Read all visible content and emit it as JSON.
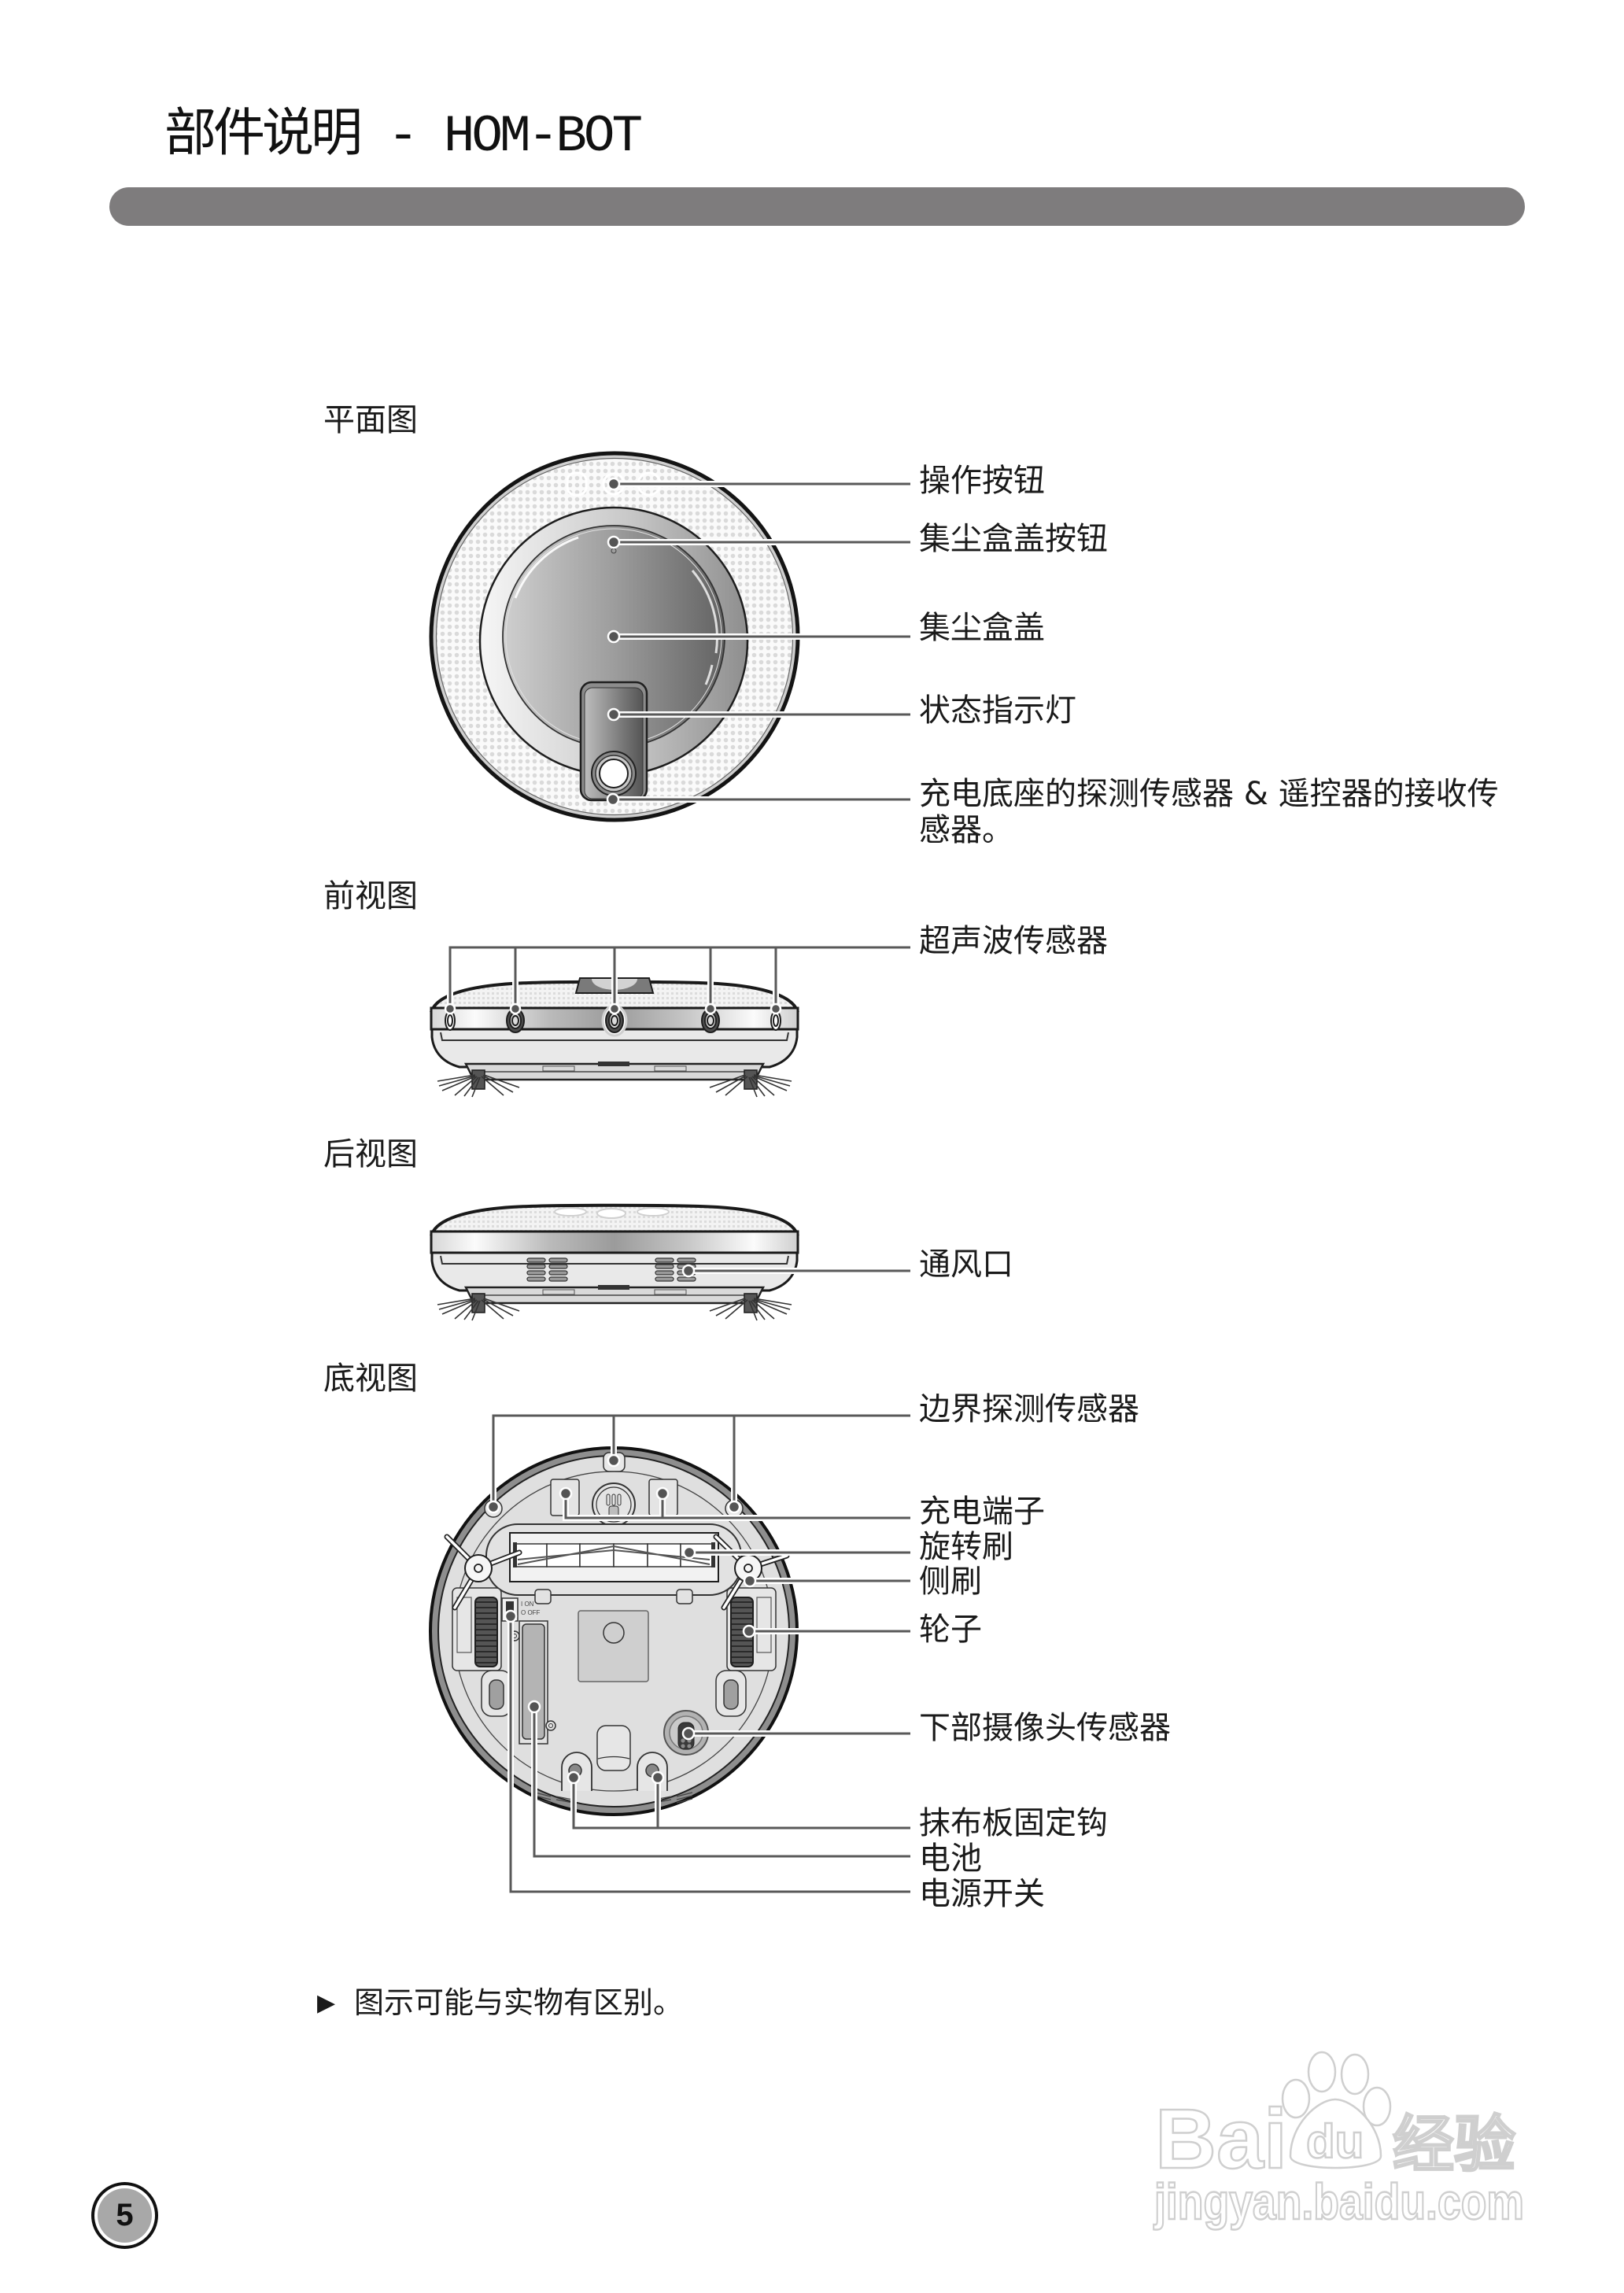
{
  "header": {
    "title": "部件说明 - HOM-BOT"
  },
  "sections": {
    "top_view": {
      "label": "平面图",
      "callouts": [
        {
          "label": "操作按钮"
        },
        {
          "label": "集尘盒盖按钮"
        },
        {
          "label": "集尘盒盖"
        },
        {
          "label": "状态指示灯"
        },
        {
          "label_lines": [
            "充电底座的探测传感器 & 遥控器的接收传",
            "感器。"
          ]
        }
      ]
    },
    "front_view": {
      "label": "前视图",
      "callouts": [
        {
          "label": "超声波传感器"
        }
      ]
    },
    "rear_view": {
      "label": "后视图",
      "callouts": [
        {
          "label": "通风口"
        }
      ]
    },
    "bottom_view": {
      "label": "底视图",
      "callouts": [
        {
          "label": "边界探测传感器"
        },
        {
          "label": "充电端子"
        },
        {
          "label": "旋转刷"
        },
        {
          "label": "侧刷"
        },
        {
          "label": "轮子"
        },
        {
          "label": "下部摄像头传感器"
        },
        {
          "label": "抹布板固定钩"
        },
        {
          "label": "电池"
        },
        {
          "label": "电源开关"
        }
      ],
      "power_switch_marks": {
        "on": "I ON",
        "off": "O OFF"
      }
    }
  },
  "note": {
    "marker": "▶",
    "text": "图示可能与实物有区别。"
  },
  "footer": {
    "page_number": "5"
  },
  "watermark": {
    "logo_left": "Bai",
    "logo_paw": "du",
    "logo_right": "经验",
    "url": "jingyan.baidu.com"
  },
  "colors": {
    "text": "#1a1a1a",
    "title_bar": "#7e7c7d",
    "callout_line": "#595959",
    "page_badge_fill": "#a8a8a8",
    "watermark_outline": "#cfcfcf"
  }
}
